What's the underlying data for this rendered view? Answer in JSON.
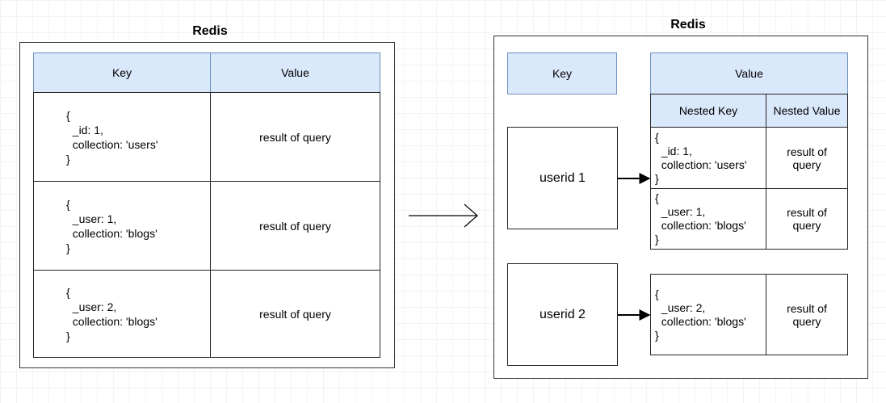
{
  "left": {
    "title": "Redis",
    "key_header": "Key",
    "value_header": "Value",
    "rows": [
      {
        "key": "{\n  _id: 1,\n  collection: 'users'\n}",
        "value": "result of query"
      },
      {
        "key": "{\n  _user: 1,\n  collection: 'blogs'\n}",
        "value": "result of query"
      },
      {
        "key": "{\n  _user: 2,\n  collection: 'blogs'\n}",
        "value": "result of query"
      }
    ]
  },
  "right": {
    "title": "Redis",
    "key_header": "Key",
    "value_header": "Value",
    "nested_key_header": "Nested Key",
    "nested_value_header": "Nested Value",
    "groups": [
      {
        "key": "userid 1",
        "entries": [
          {
            "nested_key": "{\n  _id: 1,\n  collection: 'users'\n}",
            "nested_value": "result of\nquery"
          },
          {
            "nested_key": "{\n  _user: 1,\n  collection: 'blogs'\n}",
            "nested_value": "result of\nquery"
          }
        ]
      },
      {
        "key": "userid 2",
        "entries": [
          {
            "nested_key": "{\n  _user: 2,\n  collection: 'blogs'\n}",
            "nested_value": "result of\nquery"
          }
        ]
      }
    ]
  }
}
